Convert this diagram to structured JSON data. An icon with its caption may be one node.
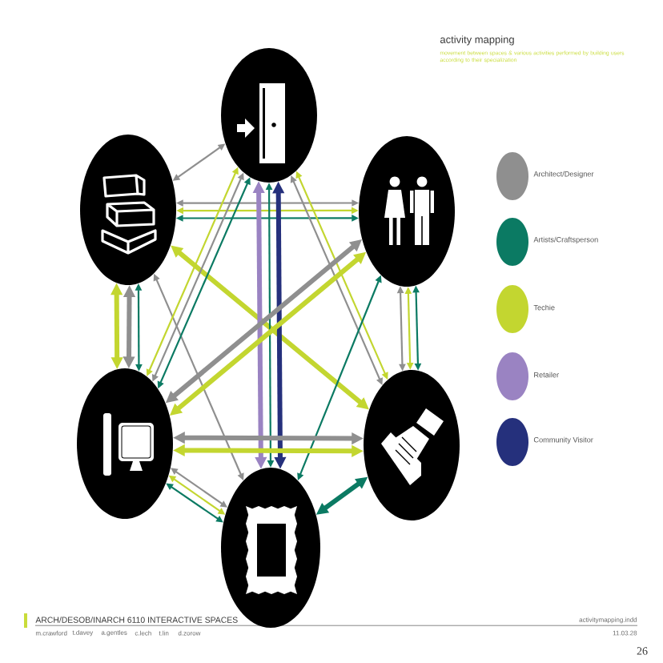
{
  "diagram": {
    "title": "activity mapping",
    "nodes": [
      {
        "text": [],
        "shape": "circle"
      },
      {
        "text": [],
        "shape": "circle"
      },
      {
        "text": [],
        "shape": "circle"
      },
      {
        "text": [],
        "shape": "circle"
      },
      {
        "text": [],
        "shape": "circle"
      },
      {
        "text": [],
        "shape": "circle"
      }
    ],
    "edges": [
      {
        "from": 0,
        "to": 2,
        "arrow": "both",
        "color": "#8f8f8f"
      },
      {
        "from": 2,
        "to": 1,
        "arrow": "both",
        "color": "#8f8f8f"
      },
      {
        "from": 2,
        "to": 1,
        "arrow": "both",
        "color": "#c3d630"
      },
      {
        "from": 2,
        "to": 1,
        "arrow": "both",
        "color": "#0b7a63"
      },
      {
        "from": 2,
        "to": 3,
        "arrow": "both",
        "style": "thick",
        "color": "#c3d630"
      },
      {
        "from": 2,
        "to": 3,
        "arrow": "both",
        "style": "thick",
        "color": "#8f8f8f"
      },
      {
        "from": 2,
        "to": 3,
        "arrow": "both",
        "color": "#0b7a63"
      },
      {
        "from": 2,
        "to": 5,
        "arrow": "both",
        "style": "thick",
        "color": "#c3d630"
      },
      {
        "from": 2,
        "to": 4,
        "arrow": "both",
        "color": "#8f8f8f"
      },
      {
        "from": 0,
        "to": 3,
        "arrow": "both",
        "color": "#c3d630"
      },
      {
        "from": 0,
        "to": 3,
        "arrow": "both",
        "color": "#8f8f8f"
      },
      {
        "from": 0,
        "to": 3,
        "arrow": "both",
        "color": "#0b7a63"
      },
      {
        "from": 0,
        "to": 4,
        "arrow": "both",
        "style": "thick",
        "color": "#9a83c2"
      },
      {
        "from": 0,
        "to": 4,
        "arrow": "both",
        "color": "#0b7a63"
      },
      {
        "from": 0,
        "to": 4,
        "arrow": "both",
        "style": "thick",
        "color": "#25307c"
      },
      {
        "from": 0,
        "to": 5,
        "arrow": "both",
        "color": "#8f8f8f"
      },
      {
        "from": 0,
        "to": 5,
        "arrow": "both",
        "color": "#c3d630"
      },
      {
        "from": 1,
        "to": 3,
        "arrow": "both",
        "style": "thick",
        "color": "#8f8f8f"
      },
      {
        "from": 1,
        "to": 3,
        "arrow": "both",
        "style": "thick",
        "color": "#c3d630"
      },
      {
        "from": 1,
        "to": 4,
        "arrow": "both",
        "color": "#0b7a63"
      },
      {
        "from": 1,
        "to": 5,
        "arrow": "both",
        "color": "#8f8f8f"
      },
      {
        "from": 1,
        "to": 5,
        "arrow": "both",
        "color": "#c3d630"
      },
      {
        "from": 1,
        "to": 5,
        "arrow": "both",
        "color": "#0b7a63"
      },
      {
        "from": 3,
        "to": 5,
        "arrow": "both",
        "style": "thick",
        "color": "#c3d630"
      },
      {
        "from": 3,
        "to": 5,
        "arrow": "both",
        "style": "thick",
        "color": "#8f8f8f"
      },
      {
        "from": 3,
        "to": 4,
        "arrow": "both",
        "color": "#0b7a63"
      },
      {
        "from": 3,
        "to": 4,
        "arrow": "both",
        "color": "#c3d630"
      },
      {
        "from": 3,
        "to": 4,
        "arrow": "both",
        "color": "#8f8f8f"
      },
      {
        "from": 4,
        "to": 5,
        "arrow": "both",
        "style": "thick",
        "color": "#0b7a63"
      }
    ],
    "labels": [
      "movement between spaces & various activities performed by building users according to their specialization",
      "ARCH/DESOB/INARCH 6110 INTERACTIVE SPACES",
      "m.crawford",
      "t.davey",
      "a.gentles",
      "c.lech",
      "t.lin",
      "d.zorow",
      "activitymapping.indd",
      "11.03.28",
      "26"
    ],
    "legend": [
      {
        "text": "Architect/Designer",
        "color": "#8f8f8f"
      },
      {
        "text": "Artists/Craftsperson",
        "color": "#0b7a63"
      },
      {
        "text": "Techie",
        "color": "#c3d630"
      },
      {
        "text": "Retailer",
        "color": "#9a83c2"
      },
      {
        "text": "Community Visitor",
        "color": "#25307c"
      }
    ]
  }
}
